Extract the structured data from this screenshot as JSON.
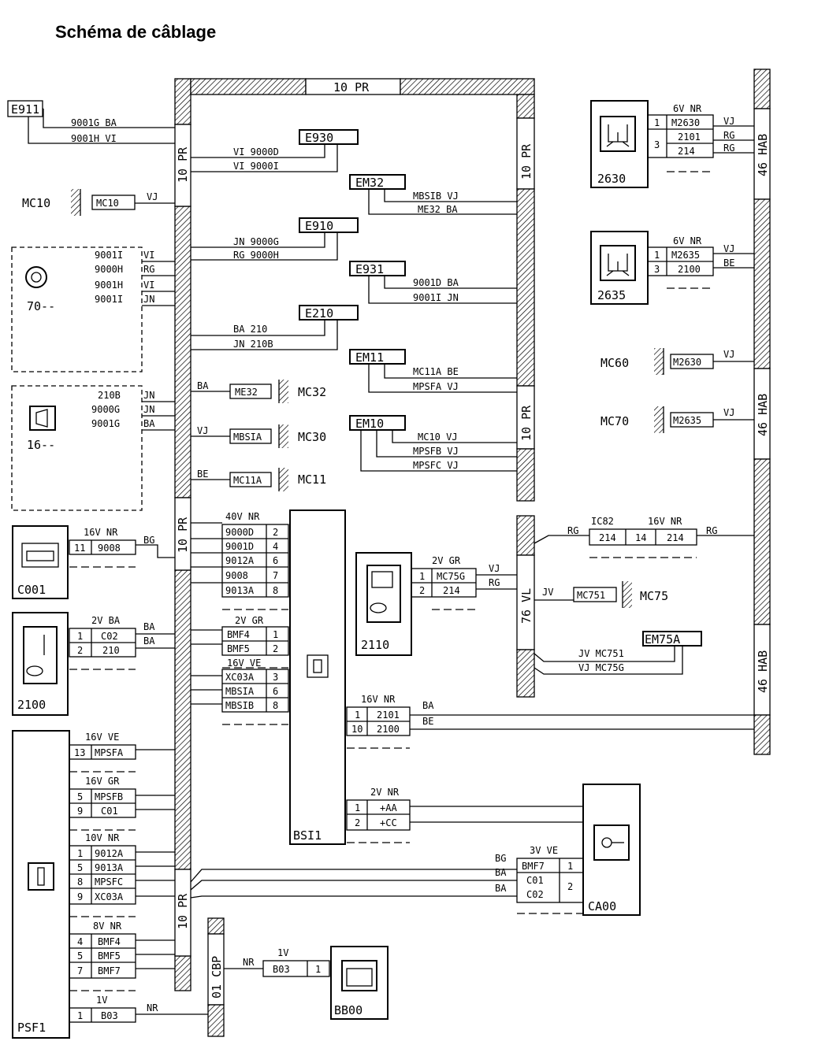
{
  "title": "Schéma de câblage",
  "bundles": {
    "left_top": "10 PR",
    "left_mid": "10 PR",
    "left_bot": "10 PR",
    "top_bar": "10 PR",
    "inner_right_top": "10 PR",
    "inner_right_bot": "10 PR",
    "right_hab_top": "46 HAB",
    "right_hab_mid": "46 HAB",
    "right_hab_bot": "46 HAB",
    "vl": "76 VL",
    "cbp": "01 CBP"
  },
  "components": {
    "e911": "E911",
    "e930": "E930",
    "em32": "EM32",
    "e910": "E910",
    "e931": "E931",
    "e210": "E210",
    "em11": "EM11",
    "em10": "EM10",
    "em75a": "EM75A",
    "mc10": "MC10",
    "mc32": "MC32",
    "mc30": "MC30",
    "mc11": "MC11",
    "mc60": "MC60",
    "mc70": "MC70",
    "mc75": "MC75",
    "c2630": "2630",
    "c2635": "2635",
    "c2110": "2110",
    "c2100": "2100",
    "c001": "C001",
    "c70": "70--",
    "c16": "16--",
    "bsi1": "BSI1",
    "psf1": "PSF1",
    "ca00": "CA00",
    "bb00": "BB00"
  },
  "labels": {
    "w9001g_ba": "9001G BA",
    "w9001h_vi": "9001H VI",
    "vi_9000d": "VI  9000D",
    "vi_9000i": "VI  9000I",
    "mbsib_vj": "MBSIB VJ",
    "me32_ba": "ME32  BA",
    "jn_9000g": "JN  9000G",
    "rg_9000h": "RG  9000H",
    "w9001d_ba": "9001D BA",
    "w9001i_jn": "9001I JN",
    "ba_210": "BA    210",
    "jn_210b": "JN    210B",
    "mc11a_be": "MC11A BE",
    "mpsfa_vj": "MPSFA VJ",
    "mc10_vj": "MC10 VJ",
    "mpsfb_vj": "MPSFB VJ",
    "mpsfc_vj": "MPSFC VJ",
    "me32": "ME32",
    "mbsia": "MBSIA",
    "mc11a": "MC11A",
    "mc10_conn": "MC10",
    "m2630": "M2630",
    "m2635": "M2635",
    "mc751": "MC751",
    "jv_mc751": "JV   MC751",
    "vj_mc75g": "VJ   MC75G",
    "vj": "VJ",
    "ba": "BA",
    "be": "BE",
    "jn": "JN",
    "vi": "VI",
    "rg": "RG",
    "bg": "BG",
    "nr": "NR",
    "jv": "JV",
    "n9001i": "9001I",
    "n9000h": "9000H",
    "n9001h": "9001H",
    "n9001i2": "9001I",
    "n210b": "210B",
    "n9000g": "9000G",
    "n9001g": "9001G",
    "n2101": "2101",
    "n214": "214",
    "n2100": "2100"
  },
  "connectors": {
    "c2630": {
      "head": "6V NR",
      "rows": [
        [
          "1",
          "M2630"
        ],
        [
          "3",
          "2101"
        ],
        [
          "",
          "214"
        ]
      ]
    },
    "c2635": {
      "head": "6V NR",
      "rows": [
        [
          "1",
          "M2635"
        ],
        [
          "3",
          "2100"
        ]
      ]
    },
    "ic82": {
      "head1": "IC82",
      "head2": "16V NR",
      "cells": [
        "214",
        "14",
        "214"
      ]
    },
    "c001": {
      "head": "16V NR",
      "rows": [
        [
          "11",
          "9008"
        ]
      ]
    },
    "c2100": {
      "head": "2V BA",
      "rows": [
        [
          "1",
          "C02"
        ],
        [
          "2",
          "210"
        ]
      ]
    },
    "c2110": {
      "head": "2V GR",
      "rows": [
        [
          "1",
          "MC75G"
        ],
        [
          "2",
          "214"
        ]
      ]
    },
    "bsi40": {
      "head": "40V NR",
      "rows": [
        [
          "9000D",
          "2"
        ],
        [
          "9001D",
          "4"
        ],
        [
          "9012A",
          "6"
        ],
        [
          "9008",
          "7"
        ],
        [
          "9013A",
          "8"
        ]
      ]
    },
    "bsi2gr": {
      "head": "2V GR",
      "rows": [
        [
          "BMF4",
          "1"
        ],
        [
          "BMF5",
          "2"
        ]
      ]
    },
    "bsi16ve": {
      "head": "16V VE",
      "rows": [
        [
          "XC03A",
          "3"
        ],
        [
          "MBSIA",
          "6"
        ],
        [
          "MBSIB",
          "8"
        ]
      ]
    },
    "bsi16nr": {
      "head": "16V NR",
      "rows": [
        [
          "1",
          "2101"
        ],
        [
          "10",
          "2100"
        ]
      ]
    },
    "bsi2nr": {
      "head": "2V NR",
      "rows": [
        [
          "1",
          "+AA"
        ],
        [
          "2",
          "+CC"
        ]
      ]
    },
    "ca00": {
      "head": "3V VE",
      "rows": [
        [
          "BMF7",
          "1"
        ],
        [
          "C01",
          "2"
        ],
        [
          "C02",
          ""
        ]
      ]
    },
    "bb00": {
      "head": "1V",
      "rows": [
        [
          "B03",
          "1"
        ]
      ]
    },
    "psf16ve": {
      "head": "16V VE",
      "rows": [
        [
          "13",
          "MPSFA"
        ]
      ]
    },
    "psf16gr": {
      "head": "16V GR",
      "rows": [
        [
          "5",
          "MPSFB"
        ],
        [
          "9",
          "C01"
        ]
      ]
    },
    "psf10nr": {
      "head": "10V NR",
      "rows": [
        [
          "1",
          "9012A"
        ],
        [
          "5",
          "9013A"
        ],
        [
          "8",
          "MPSFC"
        ],
        [
          "9",
          "XC03A"
        ]
      ]
    },
    "psf8nr": {
      "head": "8V NR",
      "rows": [
        [
          "4",
          "BMF4"
        ],
        [
          "5",
          "BMF5"
        ],
        [
          "7",
          "BMF7"
        ]
      ]
    },
    "psf1v": {
      "head": "1V",
      "rows": [
        [
          "1",
          "B03"
        ]
      ]
    }
  }
}
